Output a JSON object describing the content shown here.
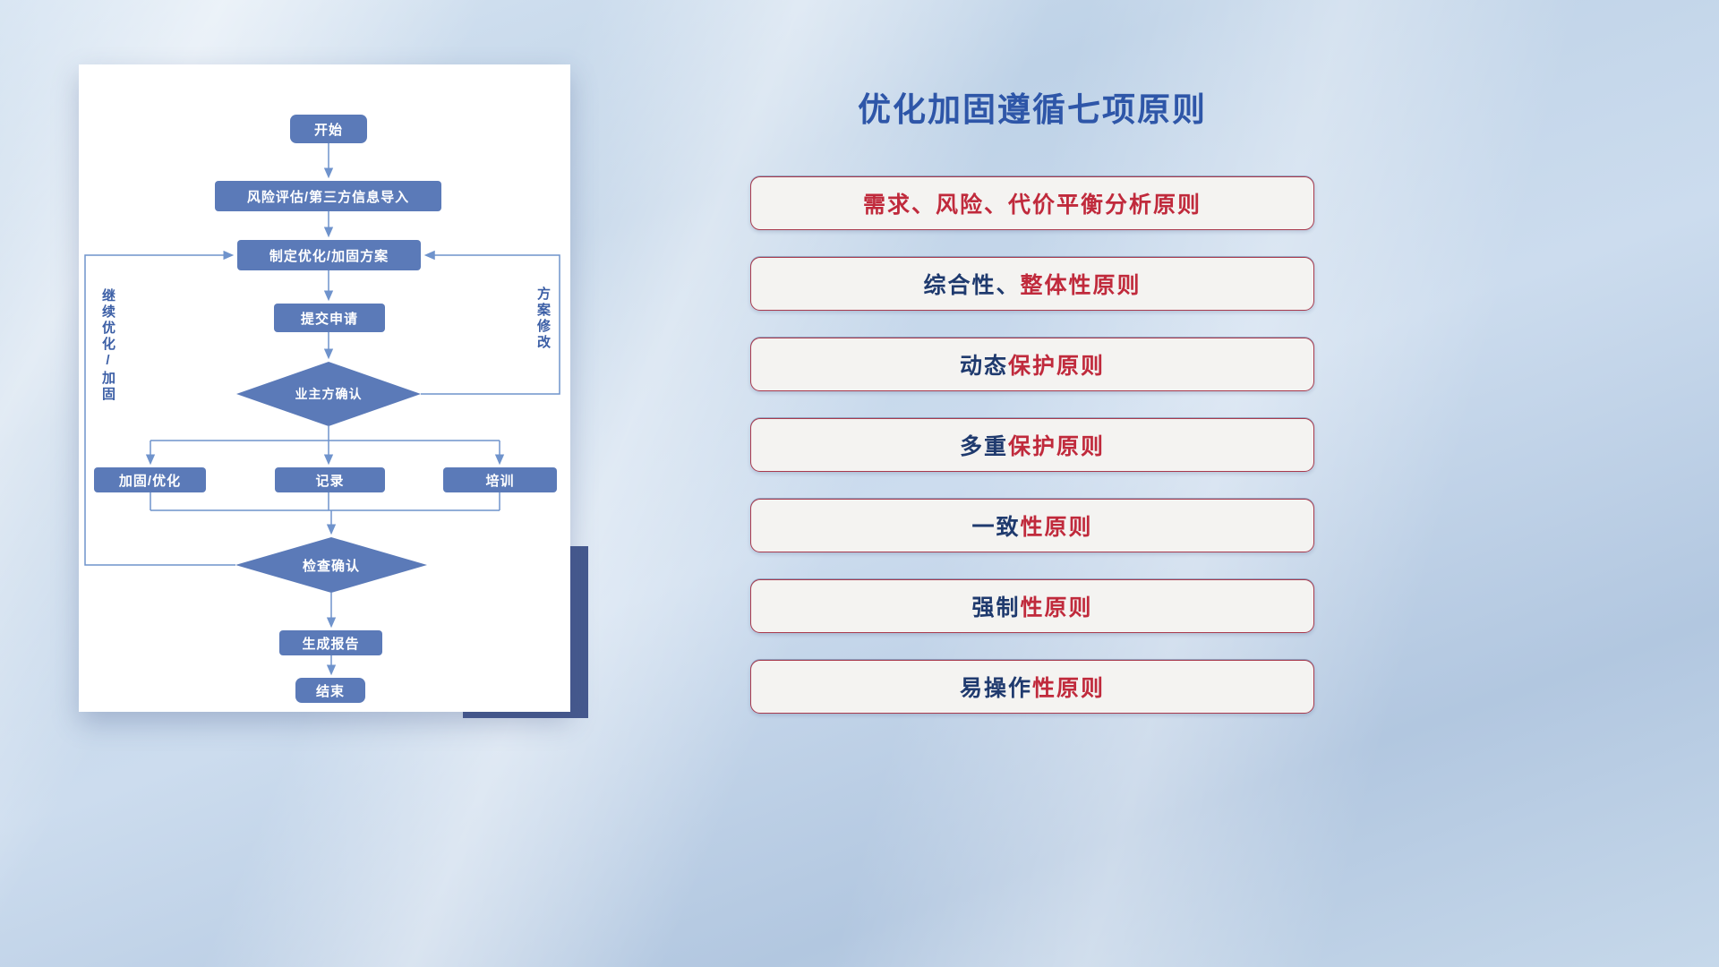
{
  "flowchart": {
    "nodes": {
      "start": "开始",
      "risk": "风险评估/第三方信息导入",
      "plan": "制定优化/加固方案",
      "submit": "提交申请",
      "owner_confirm": "业主方确认",
      "harden": "加固/优化",
      "record": "记录",
      "train": "培训",
      "check": "检查确认",
      "report": "生成报告",
      "end": "结束"
    },
    "loop_labels": {
      "left": "继续优化/加固",
      "right": "方案修改"
    }
  },
  "principles": {
    "title": "优化加固遵循七项原则",
    "items": [
      {
        "blue": "",
        "red": "需求、风险、代价平衡分析原则"
      },
      {
        "blue": "综合性、",
        "red": "整体性原则"
      },
      {
        "blue": "动态",
        "red": "保护原则"
      },
      {
        "blue": "多重",
        "red": "保护原则"
      },
      {
        "blue": "一致",
        "red": "性原则"
      },
      {
        "blue": "强制",
        "red": "性原则"
      },
      {
        "blue": "易操作",
        "red": "性原则"
      }
    ]
  },
  "colors": {
    "node_fill": "#5b7ab8",
    "connector": "#6f93cc",
    "title_blue": "#2e56a8",
    "text_blue": "#1f3a6e",
    "text_red": "#c02a3c",
    "principle_border": "#a93a4e",
    "accent_navy": "#46598e"
  }
}
